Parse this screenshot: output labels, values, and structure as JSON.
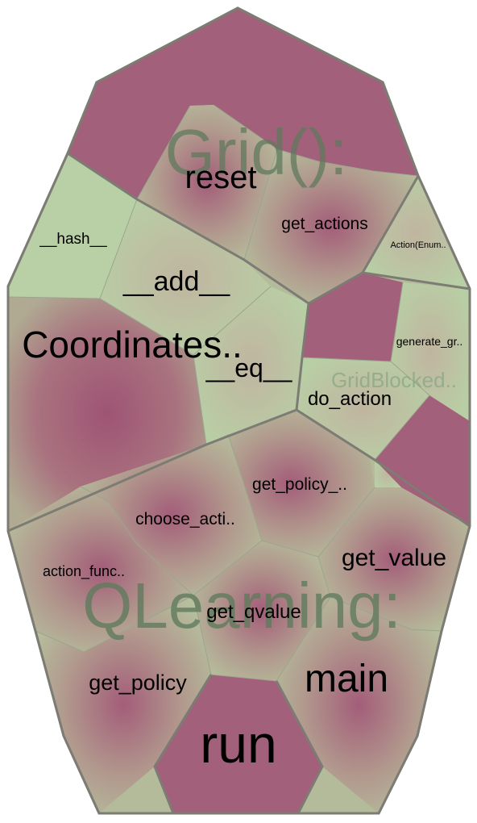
{
  "colors": {
    "hot": "#a2607a",
    "cool": "#b9cfa6",
    "mid": "#b4b796",
    "border": "#7c7c74",
    "thin_border": "#9aa58e",
    "group_label": "#6d8768"
  },
  "groups": [
    {
      "id": "grid",
      "label": "Grid():"
    },
    {
      "id": "coordinates",
      "label": "Coordinates.."
    },
    {
      "id": "gridblocked",
      "label": "GridBlocked.."
    },
    {
      "id": "qlearning",
      "label": "QLearning:"
    }
  ],
  "cells": [
    {
      "id": "reset",
      "label": "reset"
    },
    {
      "id": "get_actions",
      "label": "get_actions"
    },
    {
      "id": "action_enum",
      "label": "Action(Enum.."
    },
    {
      "id": "hash",
      "label": "__hash__"
    },
    {
      "id": "add",
      "label": "__add__"
    },
    {
      "id": "eq",
      "label": "__eq__"
    },
    {
      "id": "generate_gr",
      "label": "generate_gr.."
    },
    {
      "id": "do_action",
      "label": "do_action"
    },
    {
      "id": "get_policy_",
      "label": "get_policy_.."
    },
    {
      "id": "choose_acti",
      "label": "choose_acti.."
    },
    {
      "id": "action_func",
      "label": "action_func.."
    },
    {
      "id": "get_value",
      "label": "get_value"
    },
    {
      "id": "get_qvalue",
      "label": "get_qvalue"
    },
    {
      "id": "get_policy",
      "label": "get_policy"
    },
    {
      "id": "main",
      "label": "main"
    },
    {
      "id": "run",
      "label": "run"
    }
  ]
}
